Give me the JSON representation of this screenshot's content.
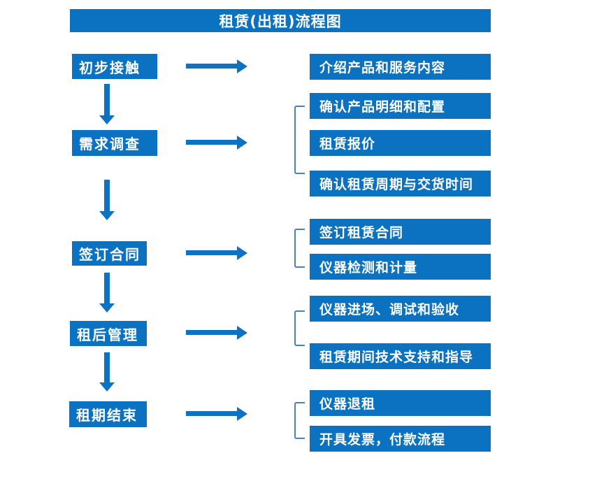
{
  "title": "租赁(出租)流程图",
  "colors": {
    "box_blue": "#0B71C1",
    "arrow_blue": "#0E72C4",
    "bracket_blue": "#4A7FC0",
    "text_white": "#FFFFFF"
  },
  "stages": [
    {
      "label": "初步接触",
      "outputs": [
        "介绍产品和服务内容"
      ]
    },
    {
      "label": "需求调查",
      "outputs": [
        "确认产品明细和配置",
        "租赁报价",
        "确认租赁周期与交货时间"
      ]
    },
    {
      "label": "签订合同",
      "outputs": [
        "签订租赁合同",
        "仪器检测和计量"
      ]
    },
    {
      "label": "租后管理",
      "outputs": [
        "仪器进场、调试和验收",
        "租赁期间技术支持和指导"
      ]
    },
    {
      "label": "租期结束",
      "outputs": [
        "仪器退租",
        "开具发票，付款流程"
      ]
    }
  ]
}
